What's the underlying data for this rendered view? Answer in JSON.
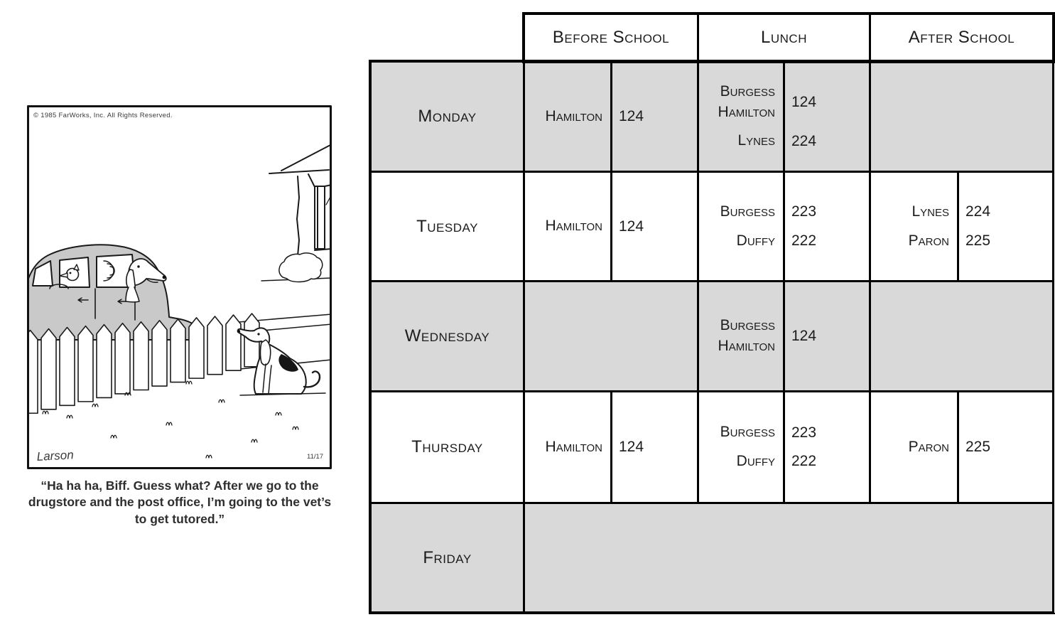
{
  "page": {
    "background": "#ffffff"
  },
  "comic": {
    "copyright": "© 1985 FarWorks, Inc. All Rights Reserved.",
    "signature": "Larson",
    "date_code": "11/17",
    "caption_lines": [
      "“Ha ha ha, Biff. Guess what? After we go to the",
      "drugstore and the post office, I’m going to the vet’s",
      "to get tutored.”"
    ]
  },
  "schedule": {
    "colors": {
      "shaded_cell": "#d9d9d9",
      "border": "#000000",
      "text": "#1c1c1c"
    },
    "columns": [
      {
        "label": "Before School"
      },
      {
        "label": "Lunch"
      },
      {
        "label": "After School"
      }
    ],
    "rows": [
      {
        "day": "Monday",
        "shaded": true,
        "before": {
          "divider": true,
          "entries": [
            {
              "names": [
                "Hamilton"
              ],
              "room": "124"
            }
          ]
        },
        "lunch": {
          "divider": true,
          "entries": [
            {
              "names": [
                "Burgess",
                "Hamilton"
              ],
              "room": "124"
            },
            {
              "names": [
                "Lynes"
              ],
              "room": "224"
            }
          ]
        },
        "after": {
          "divider": false,
          "entries": []
        }
      },
      {
        "day": "Tuesday",
        "shaded": false,
        "before": {
          "divider": true,
          "entries": [
            {
              "names": [
                "Hamilton"
              ],
              "room": "124"
            }
          ]
        },
        "lunch": {
          "divider": true,
          "entries": [
            {
              "names": [
                "Burgess"
              ],
              "room": "223"
            },
            {
              "names": [
                "Duffy"
              ],
              "room": "222"
            }
          ]
        },
        "after": {
          "divider": true,
          "entries": [
            {
              "names": [
                "Lynes"
              ],
              "room": "224"
            },
            {
              "names": [
                "Paron"
              ],
              "room": "225"
            }
          ]
        }
      },
      {
        "day": "Wednesday",
        "shaded": true,
        "before": {
          "divider": false,
          "entries": []
        },
        "lunch": {
          "divider": true,
          "entries": [
            {
              "names": [
                "Burgess",
                "Hamilton"
              ],
              "room": "124"
            }
          ]
        },
        "after": {
          "divider": false,
          "entries": []
        }
      },
      {
        "day": "Thursday",
        "shaded": false,
        "before": {
          "divider": true,
          "entries": [
            {
              "names": [
                "Hamilton"
              ],
              "room": "124"
            }
          ]
        },
        "lunch": {
          "divider": true,
          "entries": [
            {
              "names": [
                "Burgess"
              ],
              "room": "223"
            },
            {
              "names": [
                "Duffy"
              ],
              "room": "222"
            }
          ]
        },
        "after": {
          "divider": true,
          "entries": [
            {
              "names": [
                "Paron"
              ],
              "room": "225"
            }
          ]
        }
      },
      {
        "day": "Friday",
        "shaded": true,
        "merged_empty": true
      }
    ]
  }
}
